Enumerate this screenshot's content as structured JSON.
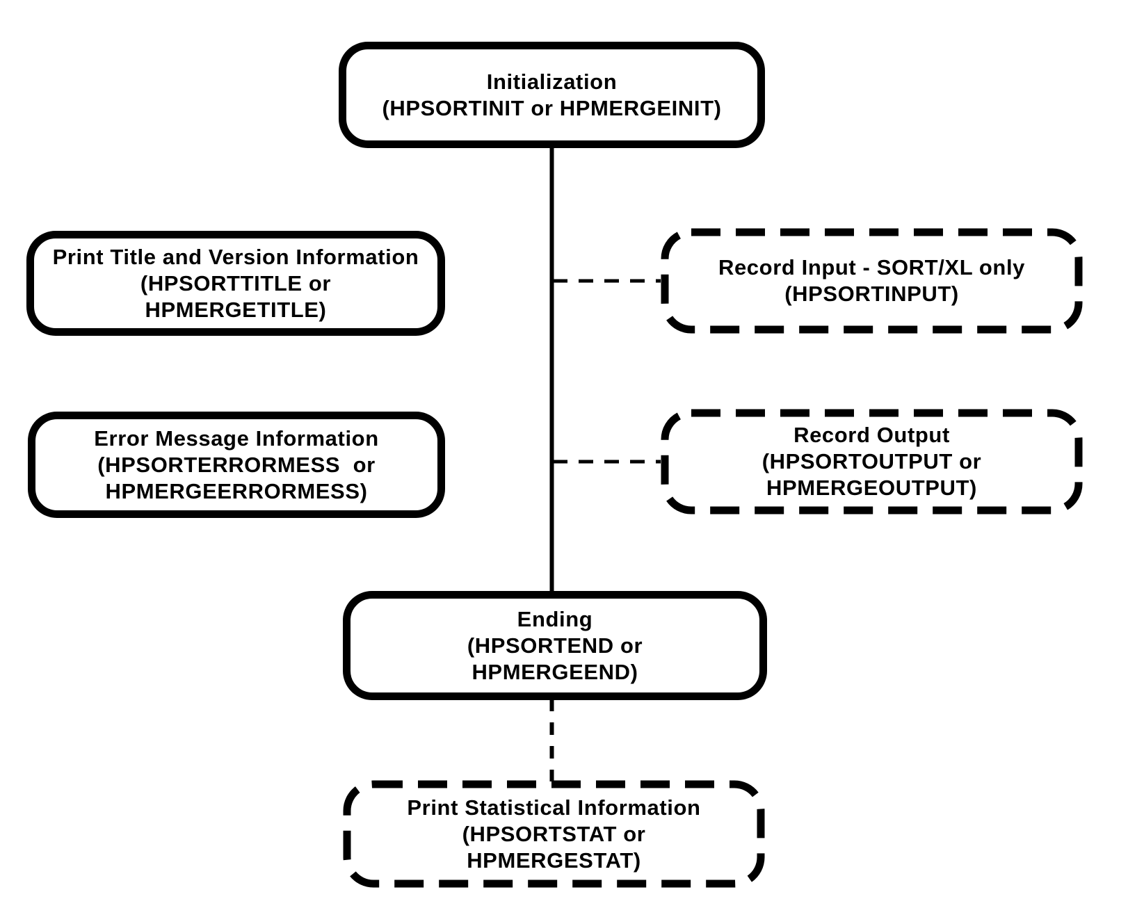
{
  "nodes": {
    "initialization": {
      "border": "solid",
      "lines": [
        "Initialization",
        "(HPSORTINIT or HPMERGEINIT)"
      ]
    },
    "print_title": {
      "border": "solid",
      "lines": [
        "Print Title and Version Information",
        "(HPSORTTITLE or",
        "HPMERGETITLE)"
      ]
    },
    "record_input": {
      "border": "dashed",
      "lines": [
        "Record Input - SORT/XL only",
        "(HPSORTINPUT)"
      ]
    },
    "error_message": {
      "border": "solid",
      "lines": [
        "Error Message Information",
        "(HPSORTERRORMESS  or",
        "HPMERGEERRORMESS)"
      ]
    },
    "record_output": {
      "border": "dashed",
      "lines": [
        "Record Output",
        "(HPSORTOUTPUT or",
        "HPMERGEOUTPUT)"
      ]
    },
    "ending": {
      "border": "solid",
      "lines": [
        "Ending",
        "(HPSORTEND or",
        "HPMERGEEND)"
      ]
    },
    "print_statistical": {
      "border": "dashed",
      "lines": [
        "Print Statistical Information",
        "(HPSORTSTAT or",
        "HPMERGESTAT)"
      ]
    }
  },
  "colors": {
    "ink": "#000000",
    "paper": "#ffffff"
  }
}
